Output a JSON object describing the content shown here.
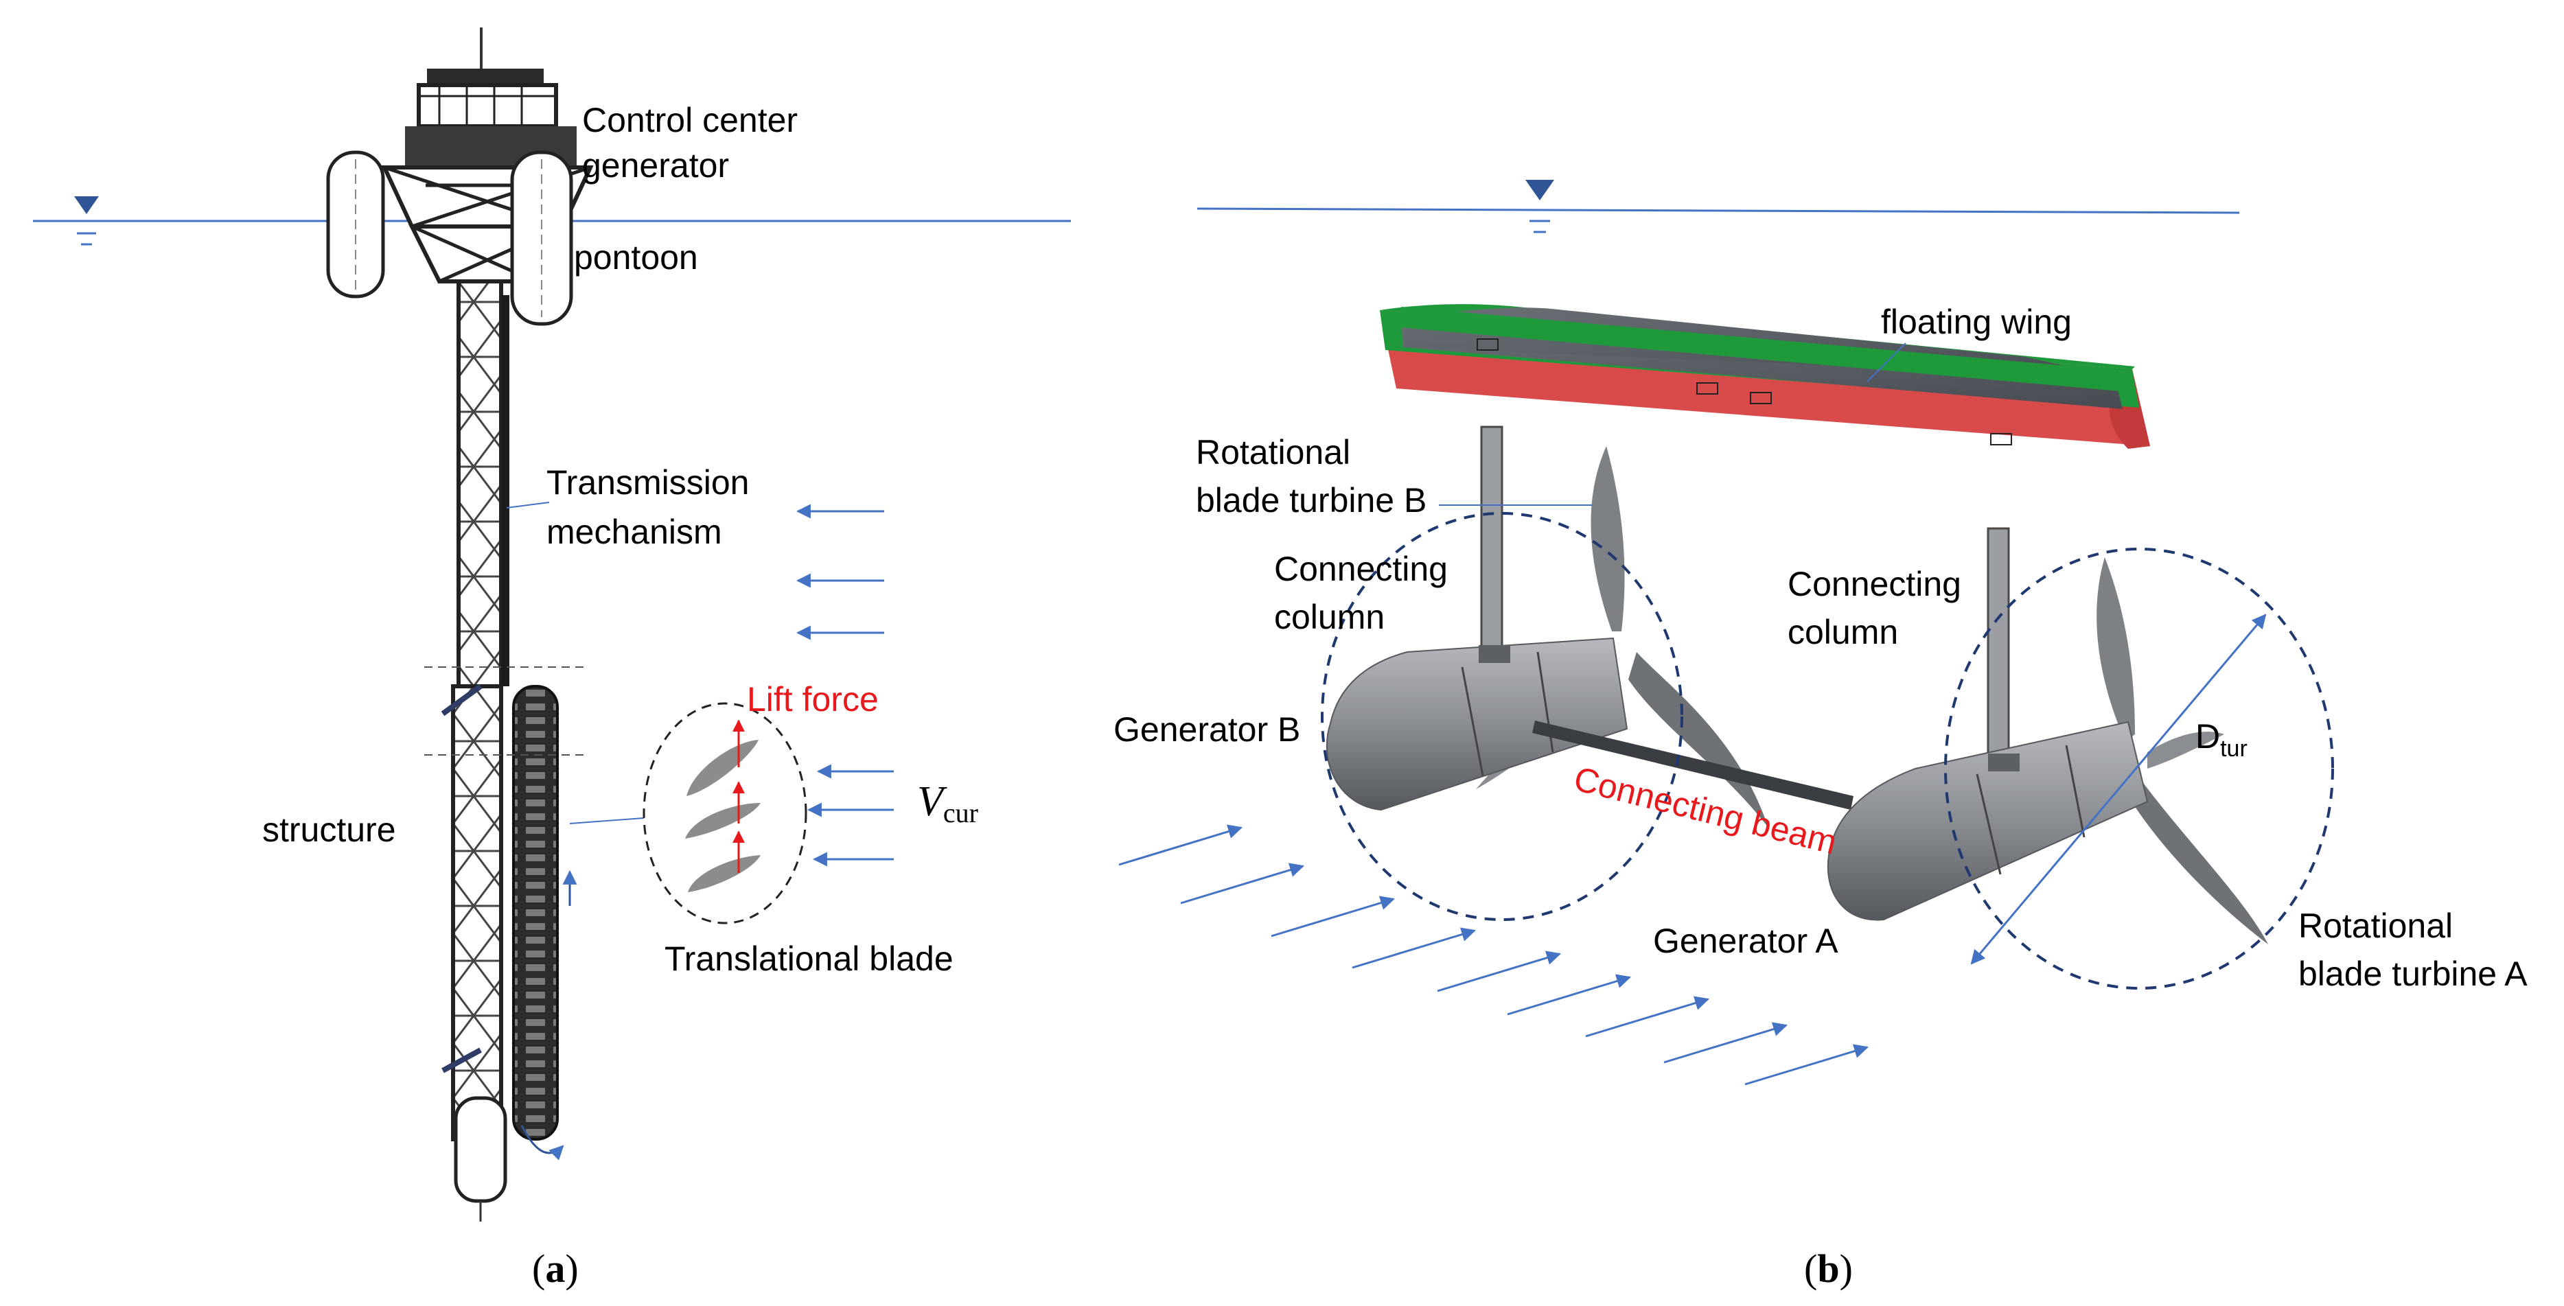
{
  "colors": {
    "water": "#4472c4",
    "flow_arrow": "#4472c4",
    "lift_arrow": "#e8191c",
    "red_text": "#e8191c",
    "wing_green": "#1f9a3a",
    "wing_red": "#d94b4b",
    "wing_top": "#545960",
    "generator_grey": "#8a8d92",
    "structure": "#333333"
  },
  "icons": {
    "water_level": "inverted-triangle-icon"
  },
  "panel_a": {
    "labels": {
      "control_center_line1": "Control center",
      "control_center_line2": "generator",
      "pontoon": "pontoon",
      "transmission_line1": "Transmission",
      "transmission_line2": "mechanism",
      "lift_force": "Lift force",
      "v_cur_symbol": "V",
      "v_cur_subscript": "cur",
      "structure": "structure",
      "translational_blade": "Translational blade"
    },
    "caption_open": "(",
    "caption_letter": "a",
    "caption_close": ")"
  },
  "panel_b": {
    "labels": {
      "floating_wing": "floating wing",
      "rot_turbine_b_line1": "Rotational",
      "rot_turbine_b_line2": "blade turbine B",
      "conn_column_left_line1": "Connecting",
      "conn_column_left_line2": "column",
      "conn_column_right_line1": "Connecting",
      "conn_column_right_line2": "column",
      "generator_b": "Generator B",
      "connecting_beam": "Connecting beam",
      "d_tur_symbol": "D",
      "d_tur_subscript": "tur",
      "generator_a": "Generator A",
      "rot_turbine_a_line1": "Rotational",
      "rot_turbine_a_line2": "blade turbine A"
    },
    "caption_open": "(",
    "caption_letter": "b",
    "caption_close": ")"
  }
}
